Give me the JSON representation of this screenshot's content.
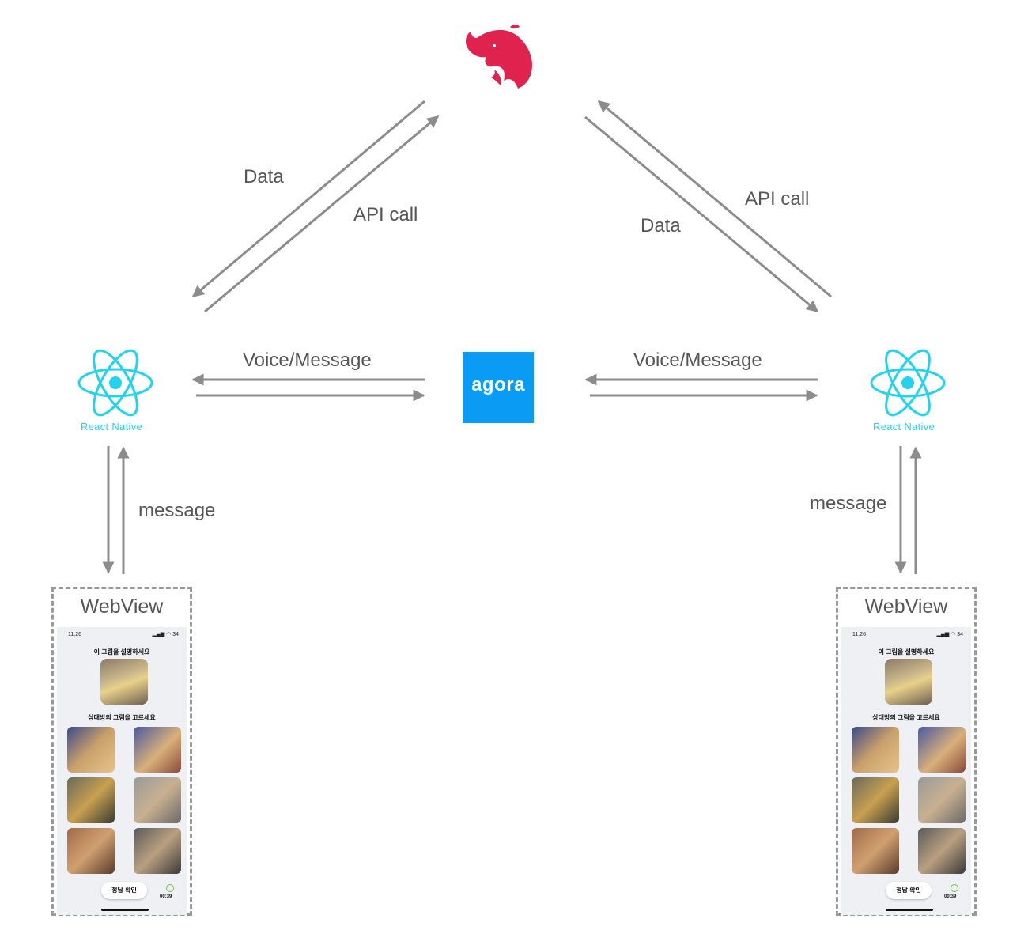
{
  "nodes": {
    "backend_logo": "nestjs-logo",
    "left_client": {
      "label": "React Native"
    },
    "right_client": {
      "label": "React Native"
    },
    "center_service": {
      "label": "agora"
    },
    "left_webview": {
      "title": "WebView"
    },
    "right_webview": {
      "title": "WebView"
    }
  },
  "edges": {
    "left_data": "Data",
    "left_api": "API call",
    "right_data": "Data",
    "right_api": "API call",
    "left_voice": "Voice/Message",
    "right_voice": "Voice/Message",
    "left_message": "message",
    "right_message": "message"
  },
  "phone": {
    "time": "11:26",
    "status_icons": "▂▄▆ ◠ 34",
    "prompt": "이 그림을 설명하세요",
    "choose": "상대방의 그림을 고르세요",
    "confirm": "정답 확인",
    "timer": "00:39"
  },
  "colors": {
    "arrow": "#8c8c8c",
    "react": "#22d3ee",
    "nest": "#e0234e",
    "agora": "#0a9cf5"
  }
}
